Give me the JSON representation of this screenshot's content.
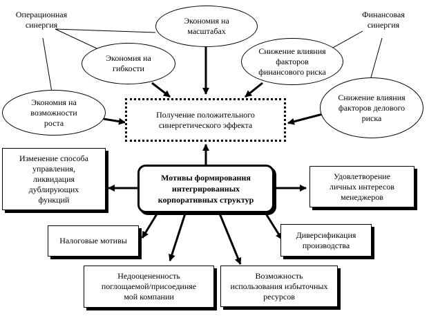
{
  "diagram": {
    "center": "Мотивы формирования\nинтегрированных\nкорпоративных структур",
    "synergy_effect": "Получение положительного\nсинергетического эффекта",
    "labels": {
      "operational_synergy": "Операционная\nсинергия",
      "financial_synergy": "Финансовая\nсинергия"
    },
    "ellipses": {
      "scale_economy": "Экономия на\nмасштабах",
      "flexibility_economy": "Экономия на\nгибкости",
      "financial_risk": "Снижение влияния\nфакторов\nфинансового риска",
      "growth_opportunity": "Экономия на\nвозможности\nроста",
      "business_risk": "Снижение влияния\nфакторов делового\nриска"
    },
    "boxes": {
      "management_change": "Изменение способа\nуправления,\nликвидация\nдублирующих\nфункций",
      "manager_interests": "Удовлетворение\nличных интересов\nменеджеров",
      "tax_motives": "Налоговые мотивы",
      "diversification": "Диверсификация\nпроизводства",
      "undervalued_company": "Недооцененность\nпоглощаемой/присоединяе\nмой компании",
      "surplus_resources": "Возможность\nиспользования избыточных\nресурсов"
    }
  }
}
